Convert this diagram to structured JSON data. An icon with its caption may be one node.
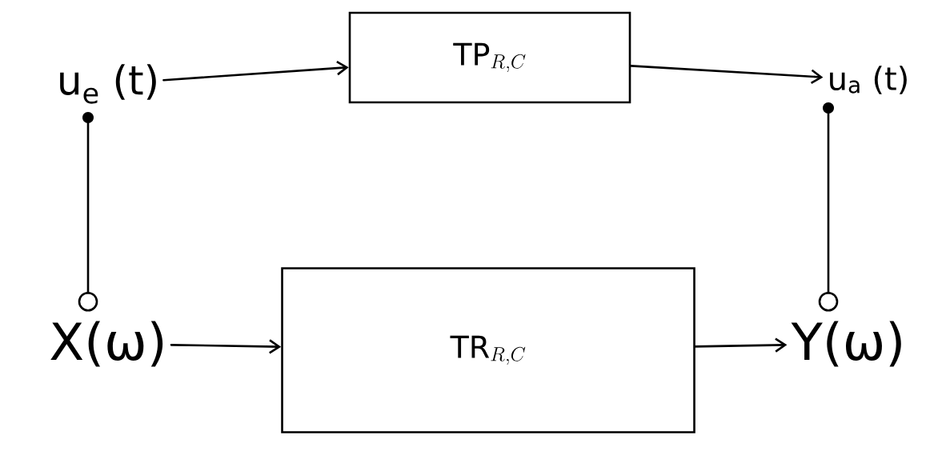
{
  "diagram": {
    "nodes": [
      {
        "text": [
          "u$_{e}$ (t)"
        ]
      },
      {
        "text": [
          "\\mathrm{TP}_{R, C}"
        ]
      },
      {
        "text": [
          "u$_{a}$ (t)"
        ]
      },
      {
        "text": [
          "X(ω)"
        ]
      },
      {
        "text": [
          "\\mathrm{TR}_{R, C}"
        ]
      },
      {
        "text": [
          "Y(ω)"
        ]
      }
    ],
    "edges": [
      {
        "from": 0,
        "to": 1,
        "arrow": "to"
      },
      {
        "from": 1,
        "to": 2,
        "arrow": "to"
      },
      {
        "from": 3,
        "to": 4,
        "arrow": "to"
      },
      {
        "from": 4,
        "to": 5,
        "arrow": "to"
      },
      {
        "from": 3,
        "to": 0,
        "arrow": "other"
      },
      {
        "from": 5,
        "to": 2,
        "arrow": "other"
      }
    ]
  }
}
